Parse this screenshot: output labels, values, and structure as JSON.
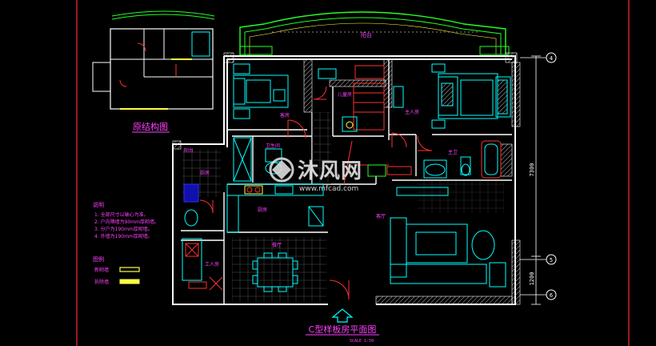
{
  "title": {
    "main": "C型样板房平面图",
    "scale": "SCALE 1:50"
  },
  "key_plan": {
    "caption": "原结构图"
  },
  "rooms": {
    "balcony_top": "阳台",
    "bedroom_guest": "客房",
    "bedroom_child": "儿童房",
    "bedroom_master": "主人房",
    "bath_1": "卫生间",
    "bath_2": "主卫",
    "kitchen": "厨房",
    "dining": "餐厅",
    "living": "客厅",
    "maid": "工人房",
    "utility": "厨房",
    "balcony_small": "阳台"
  },
  "notes": {
    "heading": "说明",
    "lines": [
      "1. 全部尺寸以轴心为准。",
      "2. 户内隔墙为90mm厚砌墙。",
      "3. 分户为190mm厚砌墙。",
      "4. 外墙为190mm厚砌墙。"
    ]
  },
  "legend": {
    "heading": "图例",
    "items": [
      {
        "label": "新砌墙"
      },
      {
        "label": "拆除墙"
      }
    ]
  },
  "dimensions": {
    "right_upper": "7300",
    "right_lower": "1200"
  },
  "axis_markers": [
    "4",
    "5",
    "6"
  ],
  "watermark": {
    "brand": "沐风网",
    "url": "www.mfcad.com"
  },
  "colors": {
    "background": "#000000",
    "frame": "#ff2a2a",
    "wall": "#ffffff",
    "furniture": "#00ffff",
    "door": "#ff3030",
    "balcony_rail": "#22ff22",
    "hatch": "#cccccc",
    "text": "#ff40ff",
    "legend_swatch": "#ffff44"
  }
}
